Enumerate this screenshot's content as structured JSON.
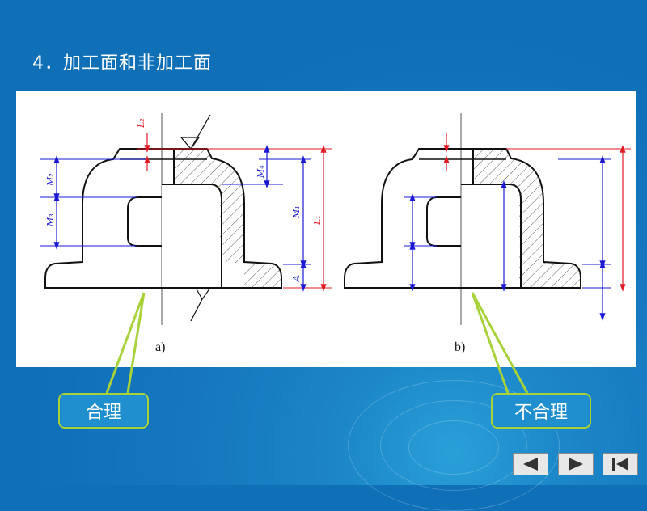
{
  "slide": {
    "title": "4．加工面和非加工面"
  },
  "figure": {
    "label_a": "a)",
    "label_b": "b)",
    "dim_labels": {
      "L2": "L₂",
      "M2": "M₂",
      "M3": "M₃",
      "M4": "M₄",
      "M1": "M₁",
      "L1": "L₁",
      "A": "A"
    }
  },
  "callouts": {
    "a": "合理",
    "b": "不合理"
  },
  "nav": {
    "prev_icon": "triangle-left-icon",
    "next_icon": "triangle-right-icon",
    "end_icon": "bar-triangle-left-icon"
  },
  "colors": {
    "dimension_blue": "#1a1ad6",
    "dimension_red": "#e01b24",
    "callout_border": "#a8d23a",
    "background_blue": "#1677be"
  }
}
